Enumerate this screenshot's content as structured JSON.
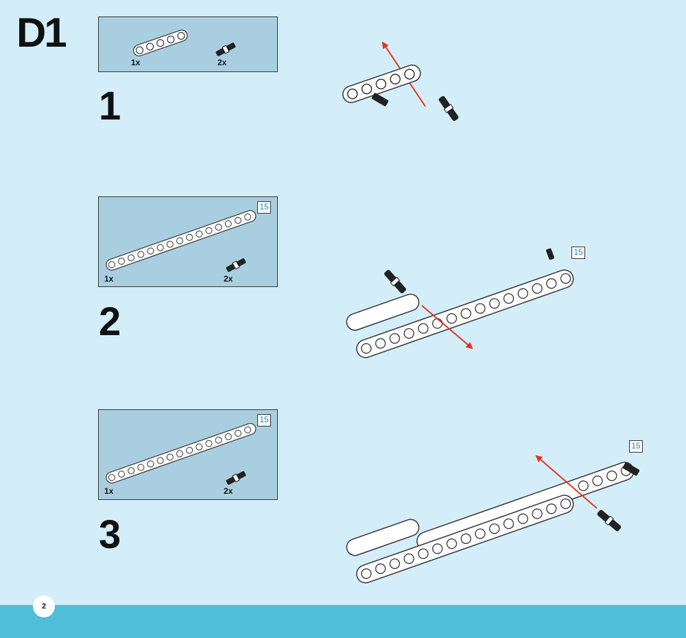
{
  "section_code": "D1",
  "page_number": "2",
  "steps": [
    {
      "number": "1",
      "parts": [
        {
          "qty": "1x"
        },
        {
          "qty": "2x"
        }
      ],
      "beam_length": ""
    },
    {
      "number": "2",
      "parts": [
        {
          "qty": "1x"
        },
        {
          "qty": "2x"
        }
      ],
      "beam_length": "15"
    },
    {
      "number": "3",
      "parts": [
        {
          "qty": "1x"
        },
        {
          "qty": "2x"
        }
      ],
      "beam_length": "15"
    }
  ],
  "assembly": {
    "step2_length": "15",
    "step3_length": "15"
  },
  "colors": {
    "background": "#d3eef8",
    "parts_box": "#a9cee0",
    "footer": "#4fbed9",
    "arrow": "#e8311e",
    "badge_text": "#1a8fb5"
  }
}
